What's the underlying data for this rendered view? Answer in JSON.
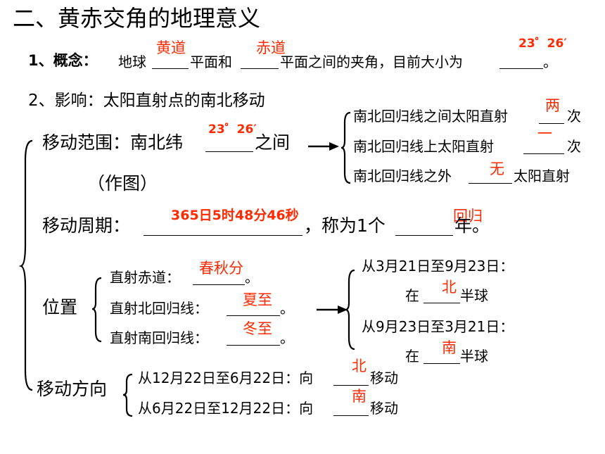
{
  "title": "二、黄赤交角的地理意义",
  "concept": {
    "label": "1、概念：",
    "text1": "地球",
    "text2": "平面和",
    "text3": "平面之间的夹角，目前大小为",
    "text4": "。",
    "answers": [
      "黄道",
      "赤道",
      "23゜26′"
    ]
  },
  "influence": {
    "label": "2、影响：太阳直射点的南北移动"
  },
  "range": {
    "label": "移动范围：南北纬",
    "suffix": "之间",
    "answer": "23゜26′",
    "note": "（作图）",
    "items": [
      {
        "before": "南北回归线之间太阳直射",
        "after": "次",
        "answer": "两"
      },
      {
        "before": "南北回归线上太阳直射",
        "after": "次",
        "answer": "一"
      },
      {
        "before": "南北回归线之外",
        "after": "太阳直射",
        "answer": "无"
      }
    ]
  },
  "period": {
    "label": "移动周期：",
    "answer": "365日5时48分46秒",
    "middle": "，称为1个",
    "answer2": "回归",
    "suffix": "年。"
  },
  "position": {
    "label": "位置",
    "items": [
      {
        "label": "直射赤道：",
        "answer": "春秋分",
        "end": "。"
      },
      {
        "label": "直射北回归线：",
        "answer": "夏至",
        "end": "。"
      },
      {
        "label": "直射南回归线：",
        "answer": "冬至",
        "end": "。"
      }
    ],
    "right": [
      {
        "date": "从3月21日至9月23日：",
        "prefix": "在",
        "answer": "北",
        "suffix": "半球"
      },
      {
        "date": "从9月23日至3月21日：",
        "prefix": "在",
        "answer": "南",
        "suffix": "半球"
      }
    ]
  },
  "direction": {
    "label": "移动方向",
    "items": [
      {
        "text": "从12月22日至6月22日：向",
        "answer": "北",
        "suffix": "移动"
      },
      {
        "text": "从6月22日至12月22日：向",
        "answer": "南",
        "suffix": "移动"
      }
    ]
  }
}
